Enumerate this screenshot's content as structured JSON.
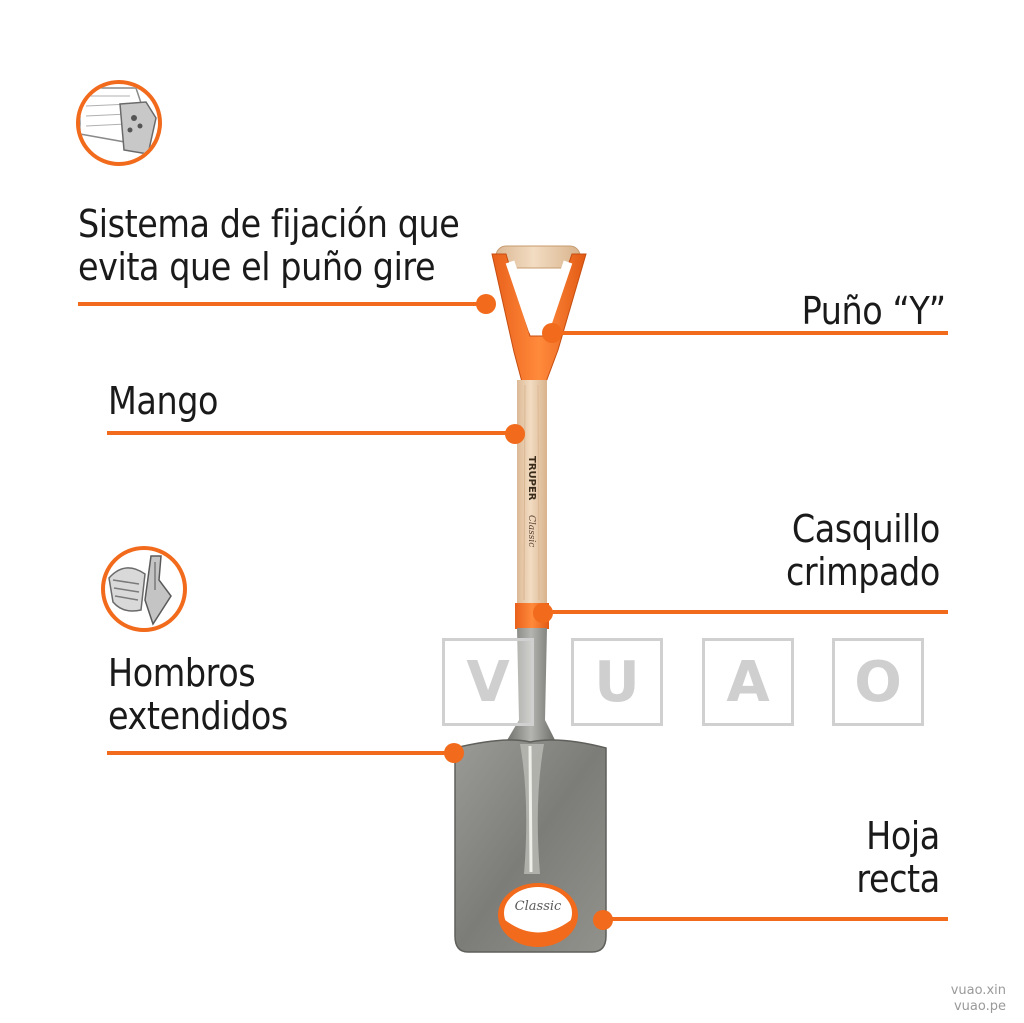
{
  "colors": {
    "accent": "#f26a1b",
    "text": "#1a1a1a",
    "wood": "#e9cfb0",
    "steel": "#8c8c88"
  },
  "icons": {
    "grip_detail": "grip-fixation-detail-icon",
    "shoulder_detail": "extended-shoulders-detail-icon"
  },
  "labels": {
    "fijacion_line1": "Sistema de fijación que",
    "fijacion_line2": "evita que el puño gire",
    "puno": "Puño “Y”",
    "mango": "Mango",
    "casquillo_line1": "Casquillo",
    "casquillo_line2": "crimpado",
    "hombros_line1": "Hombros",
    "hombros_line2": "extendidos",
    "hoja_line1": "Hoja",
    "hoja_line2": "recta"
  },
  "product": {
    "brand": "TRUPER",
    "series": "Classic"
  },
  "watermark": {
    "letters": [
      "V",
      "U",
      "A",
      "O"
    ],
    "site_line1": "vuao.xin",
    "site_line2": "vuao.pe"
  }
}
